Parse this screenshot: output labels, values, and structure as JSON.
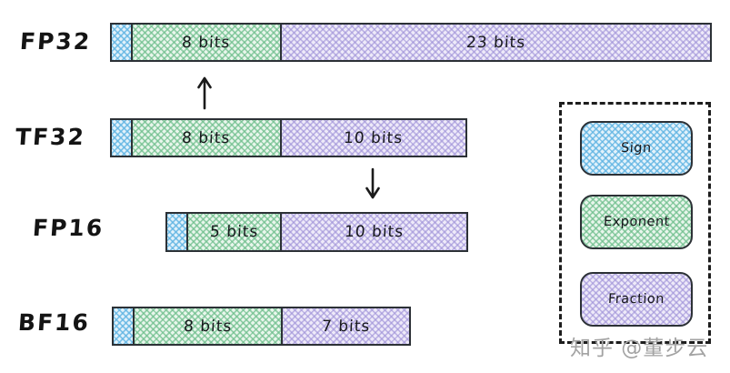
{
  "diagram": {
    "rows": [
      {
        "format": "FP32",
        "sign": "Sign",
        "exponent_label": "8 bits",
        "fraction_label": "23 bits"
      },
      {
        "format": "TF32",
        "sign": "Sign",
        "exponent_label": "8 bits",
        "fraction_label": "10 bits"
      },
      {
        "format": "FP16",
        "sign": "Sign",
        "exponent_label": "5 bits",
        "fraction_label": "10 bits"
      },
      {
        "format": "BF16",
        "sign": "Sign",
        "exponent_label": "8 bits",
        "fraction_label": "7 bits"
      }
    ],
    "legend": {
      "items": [
        {
          "label": "Sign",
          "color": "#a5d8ff"
        },
        {
          "label": "Exponent",
          "color": "#b2f2bb"
        },
        {
          "label": "Fraction",
          "color": "#d0bfff"
        }
      ]
    },
    "arrows": [
      {
        "name": "tf32-to-fp32",
        "direction": "up"
      },
      {
        "name": "tf32-to-fp16",
        "direction": "down"
      }
    ],
    "colors": {
      "sign_hatch": "#5eb3e2",
      "exponent_hatch": "#6ebe8c",
      "fraction_hatch": "#9e91d8",
      "stroke": "#2c3136"
    },
    "watermark": "知乎 @董步云"
  }
}
